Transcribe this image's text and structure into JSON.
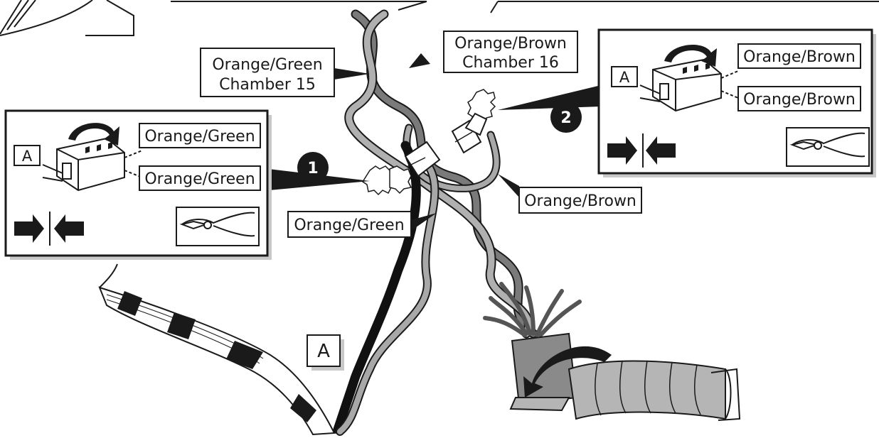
{
  "callouts": {
    "orange_green_chamber_line1": "Orange/Green",
    "orange_green_chamber_line2": "Chamber 15",
    "orange_brown_chamber_line1": "Orange/Brown",
    "orange_brown_chamber_line2": "Chamber 16",
    "orange_green_wire": "Orange/Green",
    "orange_brown_wire": "Orange/Brown"
  },
  "panel_left": {
    "step": "1",
    "key": "A",
    "top_wire": "Orange/Green",
    "bottom_wire": "Orange/Green"
  },
  "panel_right": {
    "step": "2",
    "key": "A",
    "top_wire": "Orange/Brown",
    "bottom_wire": "Orange/Brown"
  },
  "bottom_key": "A",
  "icons": [
    "press-arrows-icon",
    "pliers-icon",
    "rotate-arrow-icon",
    "connector-icon"
  ],
  "colors": {
    "line": "#1a1a1a",
    "wire_light": "#a8a8a8",
    "wire_mid": "#7a7a7a",
    "wire_dark": "#222222",
    "sheath": "#b5b5b5"
  }
}
